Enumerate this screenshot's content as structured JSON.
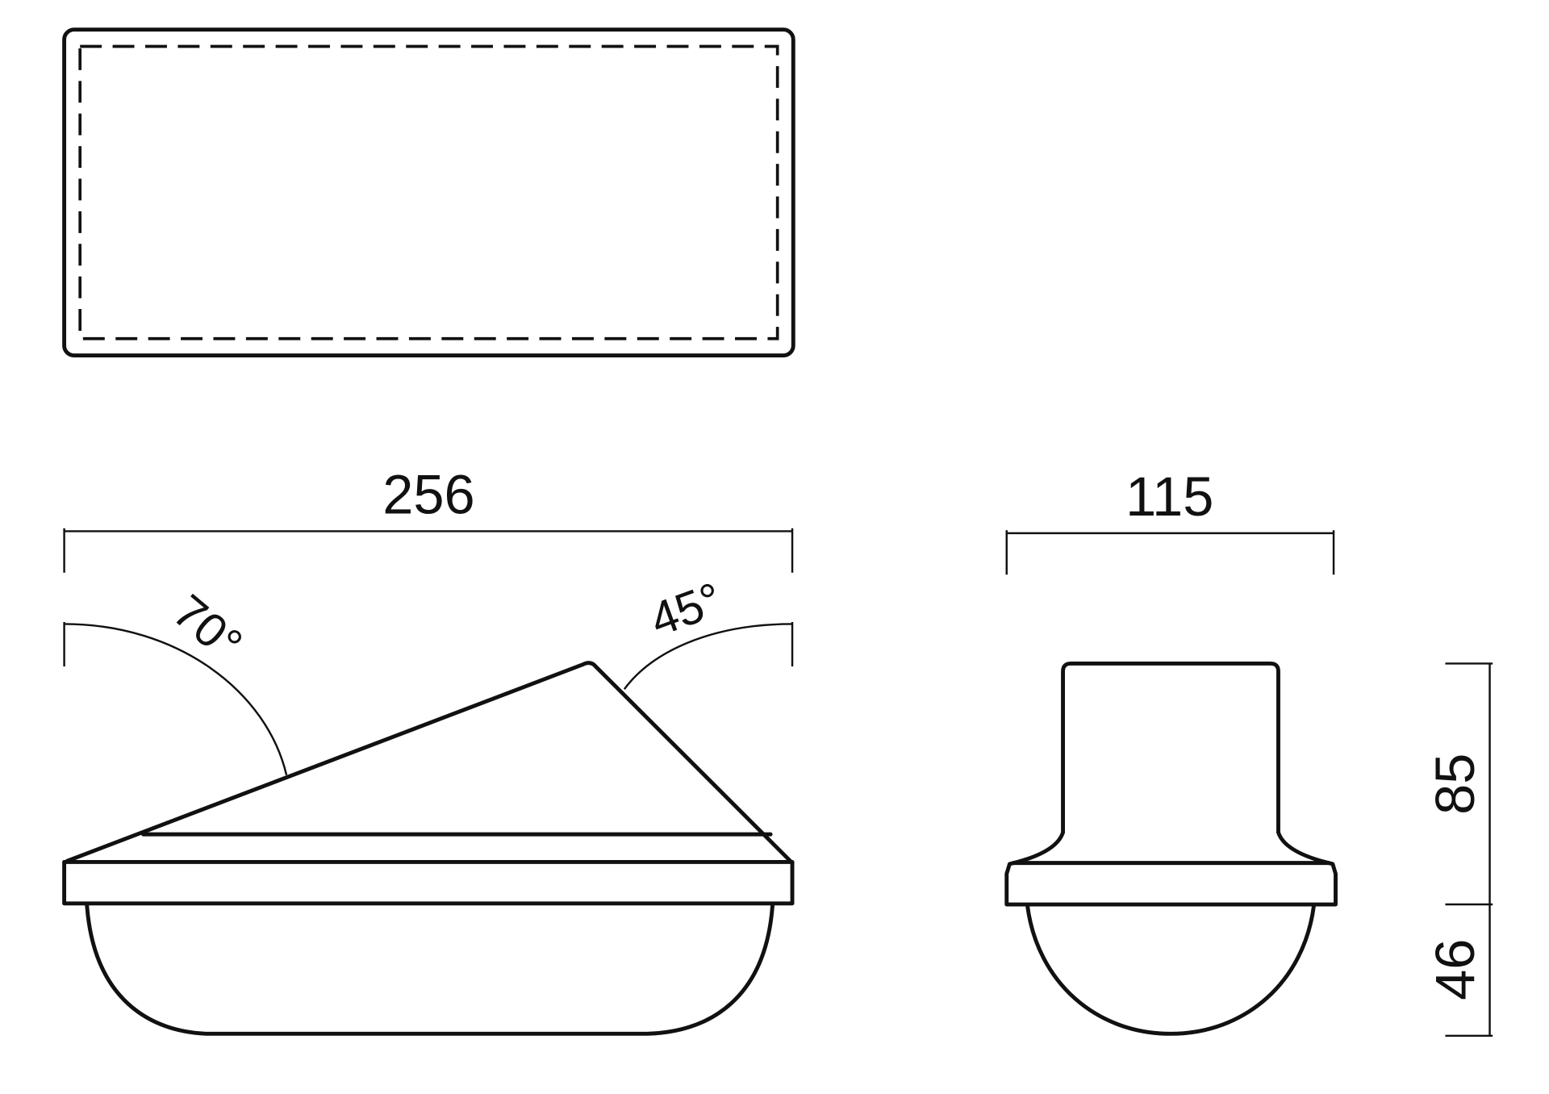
{
  "drawing": {
    "front_width": "256",
    "side_width": "115",
    "height_upper": "85",
    "height_lower": "46",
    "angle_left": "70°",
    "angle_right": "45°"
  }
}
